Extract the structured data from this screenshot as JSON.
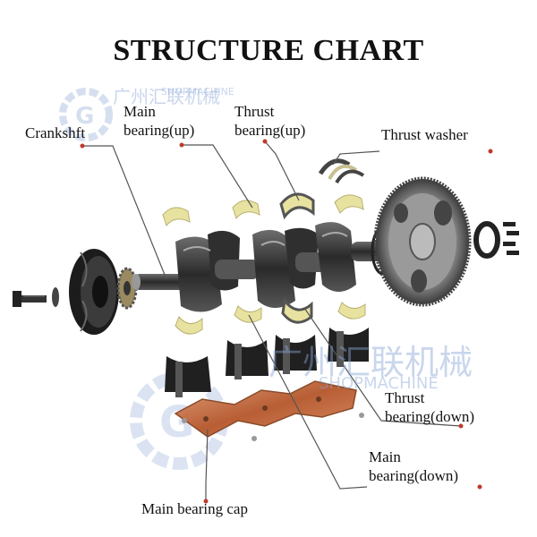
{
  "diagram": {
    "title": "STRUCTURE CHART",
    "labels": {
      "crankshaft": "Crankshft",
      "main_bearing_up_1": "Main",
      "main_bearing_up_2": "bearing(up)",
      "thrust_bearing_up_1": "Thrust",
      "thrust_bearing_up_2": "bearing(up)",
      "thrust_washer": "Thrust washer",
      "thrust_bearing_down_1": "Thrust",
      "thrust_bearing_down_2": "bearing(down)",
      "main_bearing_down_1": "Main",
      "main_bearing_down_2": "bearing(down)",
      "main_bearing_cap": "Main bearing cap"
    },
    "watermark": {
      "cn": "广州汇联机械",
      "en": "SHOPMACHINE"
    },
    "colors": {
      "leader_line": "#555555",
      "dot": "#c0392b",
      "bearing": "#e8e2a0",
      "steel": "#3a3a3a",
      "copper": "#c9774a",
      "watermark": "#8aa6d6"
    }
  }
}
